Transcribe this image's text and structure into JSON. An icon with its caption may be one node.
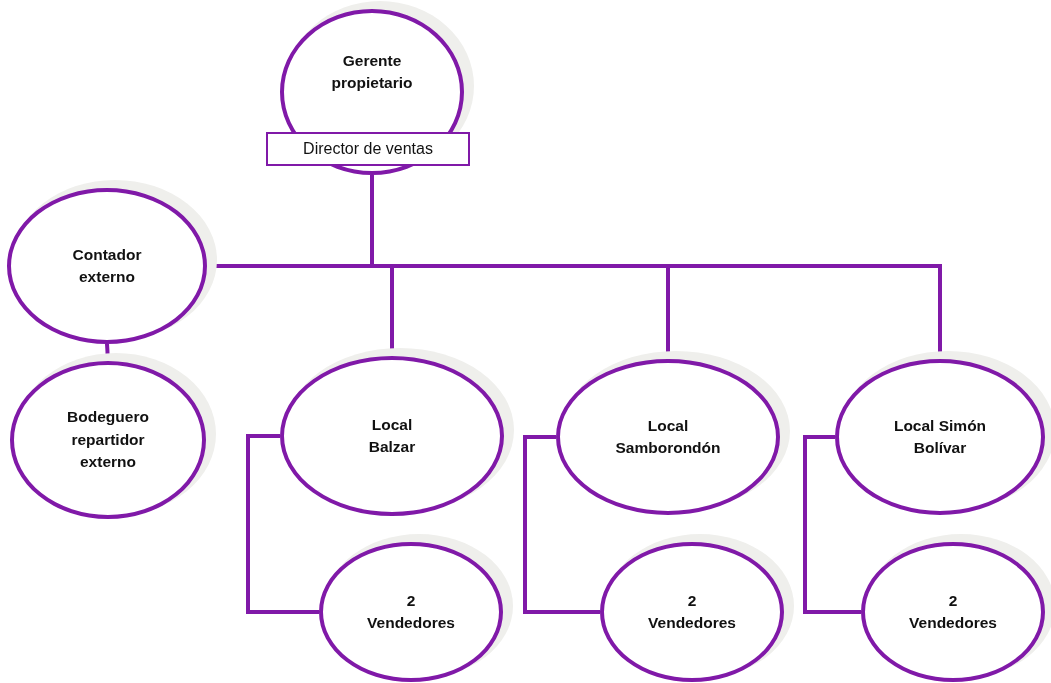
{
  "diagram": {
    "nodes": [
      {
        "text": [
          "Gerente propietario"
        ]
      },
      {
        "text": [
          "Director de ventas"
        ]
      },
      {
        "text": [
          "Contador externo"
        ]
      },
      {
        "text": [
          "Bodeguero repartidor externo"
        ]
      },
      {
        "text": [
          "Local Balzar"
        ]
      },
      {
        "text": [
          "2 Vendedores"
        ]
      },
      {
        "text": [
          "Local Samborondón"
        ]
      },
      {
        "text": [
          "2 Vendedores"
        ]
      },
      {
        "text": [
          "Local Simón Bolívar"
        ]
      },
      {
        "text": [
          "2 Vendedores"
        ]
      }
    ],
    "edges": [
      {
        "from": 0,
        "to": 2,
        "arrow": "none"
      },
      {
        "from": 0,
        "to": 4,
        "arrow": "none"
      },
      {
        "from": 0,
        "to": 6,
        "arrow": "none"
      },
      {
        "from": 0,
        "to": 8,
        "arrow": "none"
      },
      {
        "from": 2,
        "to": 3,
        "arrow": "none"
      },
      {
        "from": 4,
        "to": 5,
        "arrow": "none"
      },
      {
        "from": 6,
        "to": 7,
        "arrow": "none"
      },
      {
        "from": 8,
        "to": 9,
        "arrow": "none"
      }
    ]
  }
}
